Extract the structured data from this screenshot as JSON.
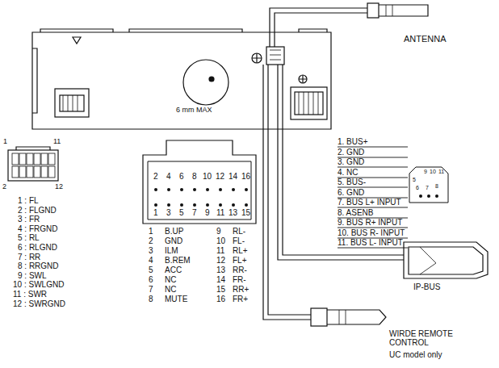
{
  "diagram": {
    "nodes": [
      {
        "text": [
          "2",
          "4",
          "6",
          "8",
          "10",
          "12",
          "14",
          "16",
          "1",
          "3",
          "5",
          "7",
          "9",
          "11",
          "13",
          "15"
        ]
      },
      {
        "text": [
          "5",
          "9",
          "10",
          "11",
          "6",
          "7",
          "8"
        ]
      }
    ],
    "labels": [
      "ANTENNA",
      "6 mm MAX",
      "1",
      "11",
      "2",
      "12",
      "1 : FL",
      "2 : FLGND",
      "3 : FR",
      "4 : FRGND",
      "5 : RL",
      "6 : RLGND",
      "7 : RR",
      "8 : RRGND",
      "9 : SWL",
      "10 : SWLGND",
      "11 : SWR",
      "12 : SWRGND",
      "1",
      "B.UP",
      "9",
      "RL-",
      "2",
      "GND",
      "10",
      "FL-",
      "3",
      "ILM",
      "11",
      "RL+",
      "4",
      "B.REM",
      "12",
      "FL+",
      "5",
      "ACC",
      "13",
      "RR-",
      "6",
      "NC",
      "14",
      "FR-",
      "7",
      "NC",
      "15",
      "RR+",
      "8",
      "MUTE",
      "16",
      "FR+",
      "1. BUS+",
      "2. GND",
      "3. GND",
      "4. NC",
      "5. BUS-",
      "6. GND",
      "7. BUS L+ INPUT",
      "8. ASENB",
      "9. BUS R+ INPUT",
      "10. BUS R- INPUT",
      "11. BUS L- INPUT",
      "IP-BUS",
      "WIRDE REMOTE CONTROL",
      "UC model only"
    ]
  }
}
